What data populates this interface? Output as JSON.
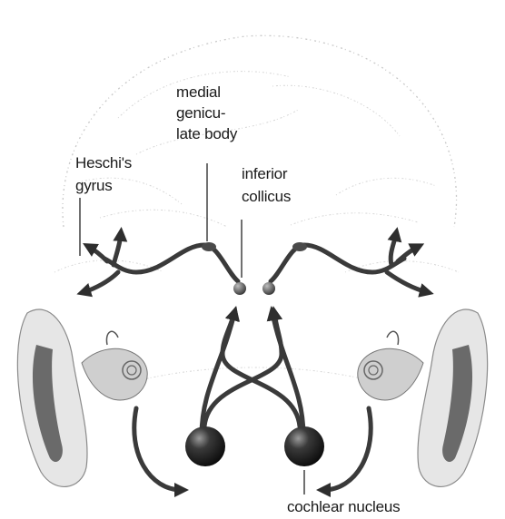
{
  "labels": {
    "medial_geniculate_body_l1": "medial",
    "medial_geniculate_body_l2": "genicu-",
    "medial_geniculate_body_l3": "late body",
    "heschis_gyrus_l1": "Heschi's",
    "heschis_gyrus_l2": "gyrus",
    "inferior_colliculus_l1": "inferior",
    "inferior_colliculus_l2": "collicus",
    "cochlear_nucleus": "cochlear nucleus"
  },
  "colors": {
    "pathway": "#3a3a3a",
    "nucleus": "#1c1c1c",
    "outline": "#c8c8c8"
  }
}
